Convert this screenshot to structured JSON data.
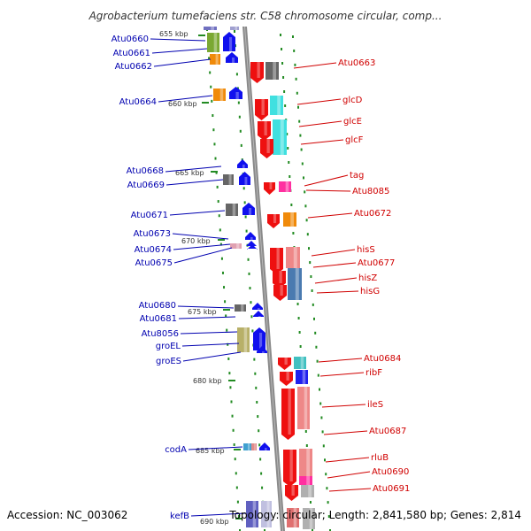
{
  "title": "Agrobacterium tumefaciens str. C58 chromosome circular, comp...",
  "footer": {
    "accession": "Accession: NC_003062",
    "topology": "Topology: circular; Length: 2,841,580 bp; Genes: 2,814"
  },
  "colors": {
    "left_label": "#0000b0",
    "right_label": "#d00000",
    "tick": "#228b22",
    "backbone": "#888888"
  },
  "kbp_markers": [
    "655 kbp",
    "660 kbp",
    "665 kbp",
    "670 kbp",
    "675 kbp",
    "680 kbp",
    "685 kbp",
    "690 kbp"
  ],
  "left_genes": [
    "Atu0660",
    "Atu0661",
    "Atu0662",
    "Atu0664",
    "Atu0668",
    "Atu0669",
    "Atu0671",
    "Atu0673",
    "Atu0674",
    "Atu0675",
    "Atu0680",
    "Atu0681",
    "Atu8056",
    "groEL",
    "groES",
    "codA",
    "kefB"
  ],
  "right_genes": [
    "Atu0663",
    "glcD",
    "glcE",
    "glcF",
    "tag",
    "Atu8085",
    "Atu0672",
    "hisS",
    "Atu0677",
    "hisZ",
    "hisG",
    "Atu0684",
    "ribF",
    "ileS",
    "Atu0687",
    "rluB",
    "Atu0690",
    "Atu0691"
  ]
}
